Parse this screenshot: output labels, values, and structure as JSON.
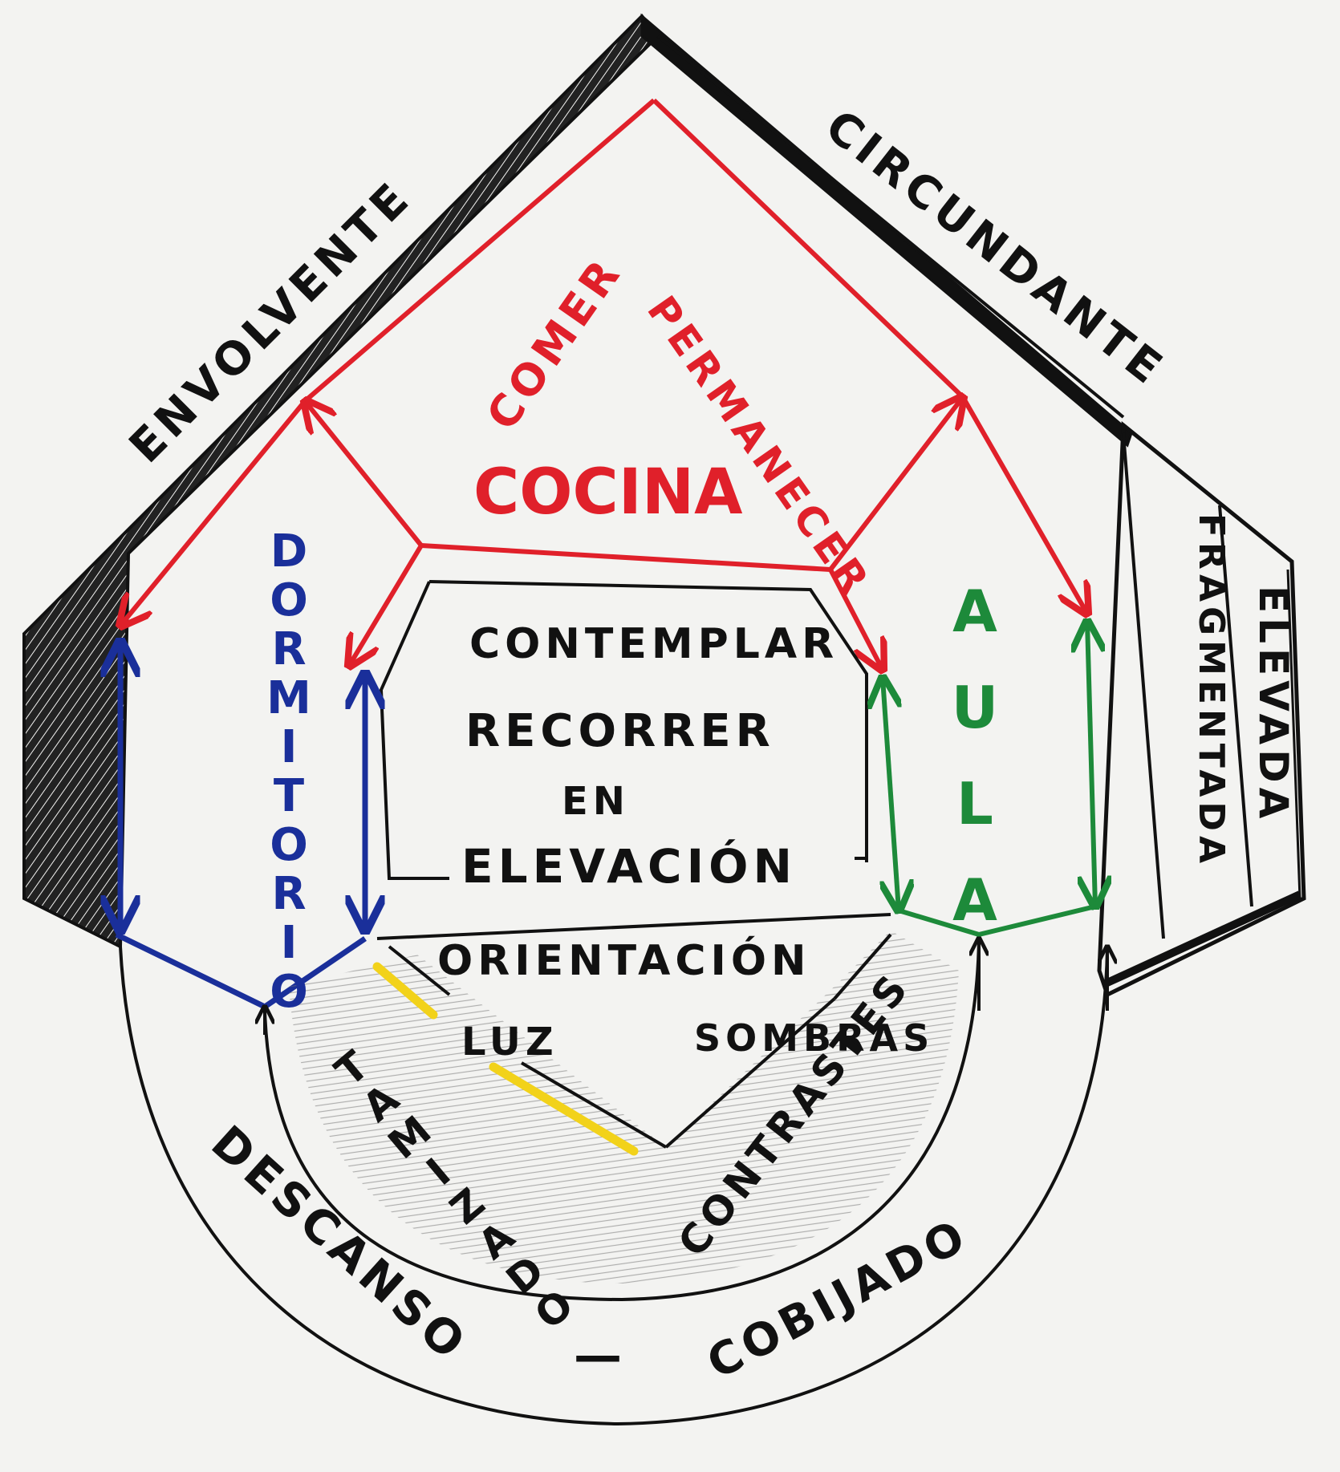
{
  "colors": {
    "ink": "#111111",
    "red": "#e0202a",
    "blue": "#1a2f9a",
    "green": "#1d8a3a",
    "yellow": "#f2d21a",
    "paper": "#f3f3f1"
  },
  "labels": {
    "envolvente": "ENVOLVENTE",
    "circundante": "CIRCUNDANTE",
    "comer": "COMER",
    "permanecer": "PERMANECER",
    "cocina": "COCINA",
    "dormitorio": "DORMITORIO",
    "aula": "AULA",
    "fragmentada": "FRAGMENTADA",
    "elevada": "ELEVADA",
    "contemplar": "CONTEMPLAR",
    "recorrer": "RECORRER",
    "en": "EN",
    "elevacion": "ELEVACIÓN",
    "orientacion": "ORIENTACIÓN",
    "luz": "LUZ",
    "sombras": "SOMBRAS",
    "tamizado": "TAMIZADO",
    "contrastes": "CONTRASTES",
    "descanso": "DESCANSO",
    "dash": "—",
    "cobijado": "COBIJADO"
  }
}
